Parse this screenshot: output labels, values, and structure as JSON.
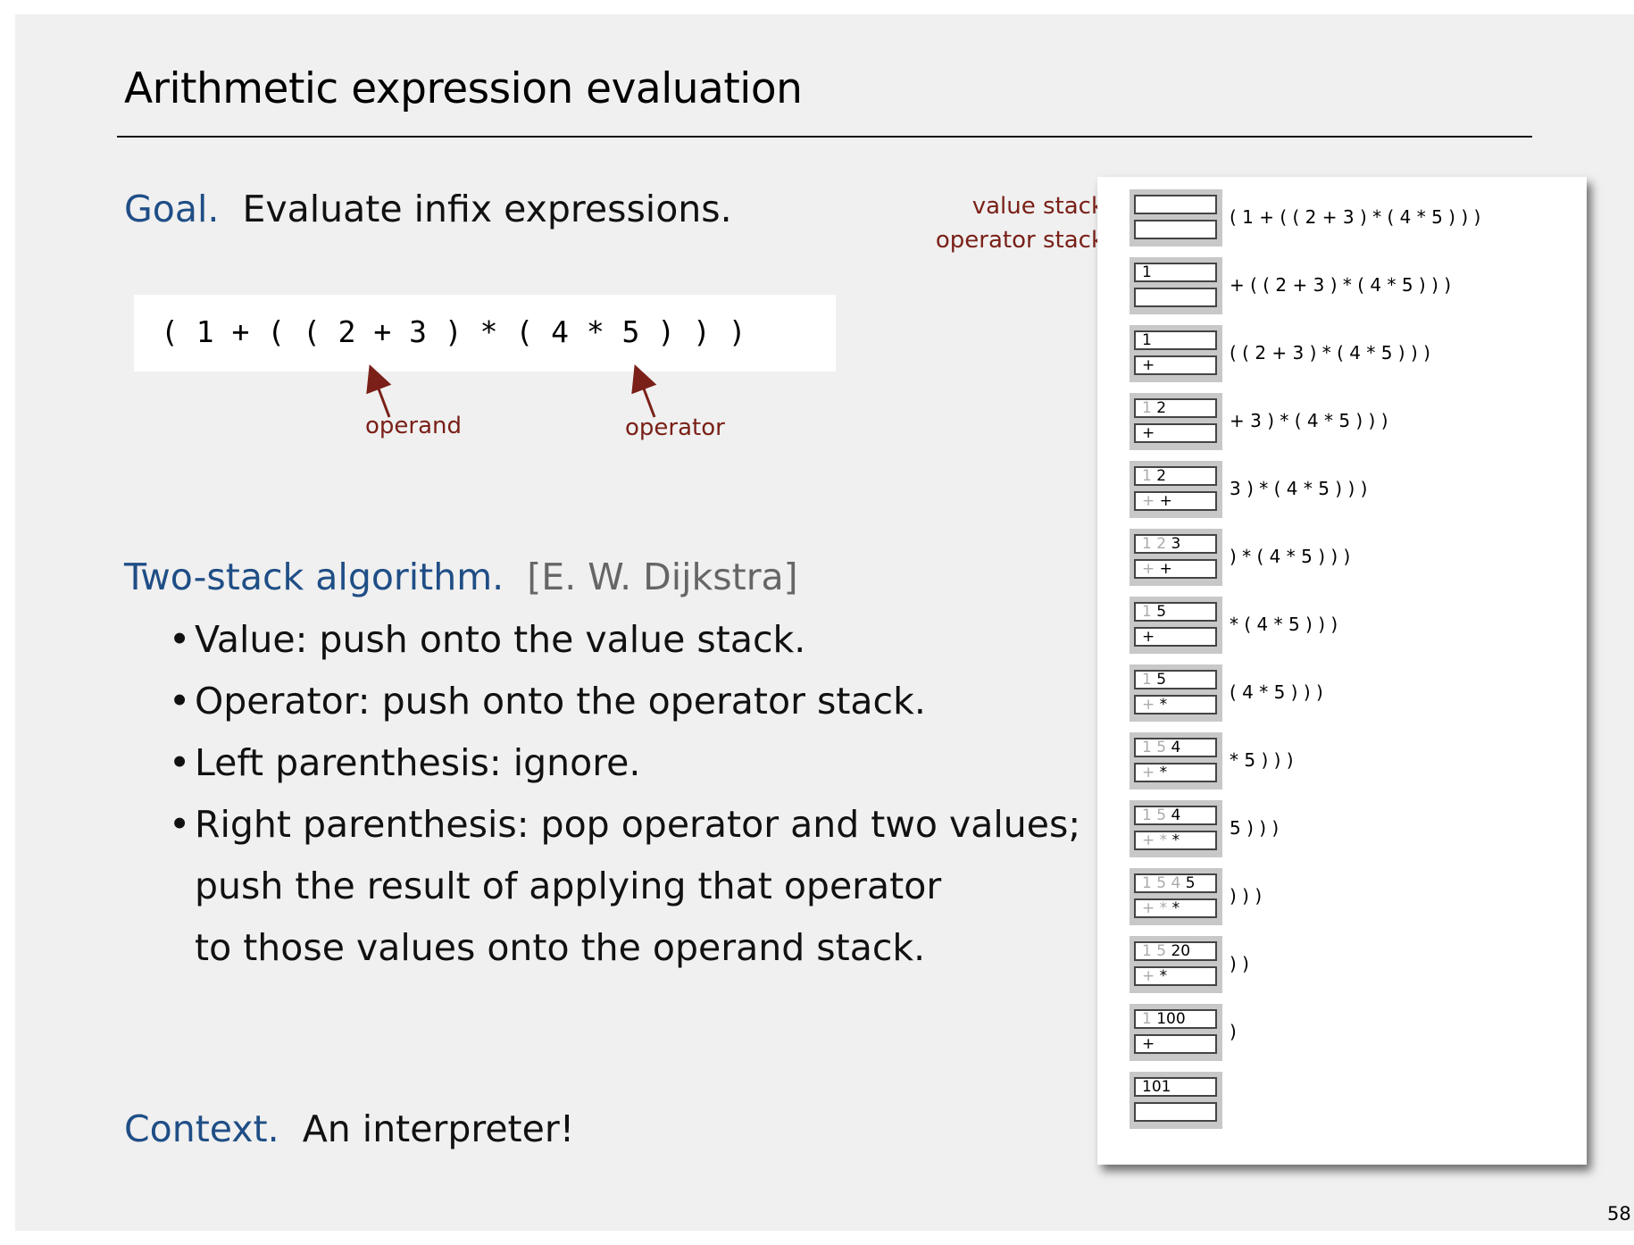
{
  "title": "Arithmetic expression evaluation",
  "goal": {
    "label": "Goal.",
    "text": "Evaluate infix expressions."
  },
  "expression": "( 1 + ( ( 2 + 3 ) * ( 4 * 5 ) ) )",
  "annotations": {
    "operand": "operand",
    "operator": "operator"
  },
  "algorithm": {
    "label": "Two-stack algorithm.",
    "attribution": "[E. W. Dijkstra]",
    "bullets": [
      "Value:  push onto the value stack.",
      "Operator:  push onto the operator stack.",
      "Left parenthesis:  ignore.",
      "Right parenthesis:  pop operator and two values;",
      "push the result of applying that operator",
      "to those values onto the operand stack."
    ],
    "bullet_symbol": "•"
  },
  "context": {
    "label": "Context.",
    "text": "An interpreter!"
  },
  "trace_labels": {
    "value_stack": "value stack",
    "operator_stack": "operator stack"
  },
  "trace": [
    {
      "vals": [],
      "ops": [],
      "remaining": "( 1 + ( ( 2 + 3 ) * ( 4 * 5 ) ) )"
    },
    {
      "vals": [
        "1"
      ],
      "ops": [],
      "remaining": "+ ( ( 2 + 3 ) * ( 4 * 5 ) ) )"
    },
    {
      "vals": [
        "1"
      ],
      "ops": [
        "+"
      ],
      "remaining": "( ( 2 + 3 ) * ( 4 * 5 ) ) )"
    },
    {
      "vals": [
        "1",
        "2"
      ],
      "ops": [
        "+"
      ],
      "remaining": "+ 3 ) * ( 4 * 5 ) ) )"
    },
    {
      "vals": [
        "1",
        "2"
      ],
      "ops": [
        "+",
        "+"
      ],
      "remaining": "3 ) * ( 4 * 5 ) ) )"
    },
    {
      "vals": [
        "1",
        "2",
        "3"
      ],
      "ops": [
        "+",
        "+"
      ],
      "remaining": ") * ( 4 * 5 ) ) )"
    },
    {
      "vals": [
        "1",
        "5"
      ],
      "ops": [
        "+"
      ],
      "remaining": "* ( 4 * 5 ) ) )"
    },
    {
      "vals": [
        "1",
        "5"
      ],
      "ops": [
        "+",
        "*"
      ],
      "remaining": "( 4 * 5 ) ) )"
    },
    {
      "vals": [
        "1",
        "5",
        "4"
      ],
      "ops": [
        "+",
        "*"
      ],
      "remaining": "* 5 ) ) )"
    },
    {
      "vals": [
        "1",
        "5",
        "4"
      ],
      "ops": [
        "+",
        "*",
        "*"
      ],
      "remaining": "5 ) ) )"
    },
    {
      "vals": [
        "1",
        "5",
        "4",
        "5"
      ],
      "ops": [
        "+",
        "*",
        "*"
      ],
      "remaining": ") ) )"
    },
    {
      "vals": [
        "1",
        "5",
        "20"
      ],
      "ops": [
        "+",
        "*"
      ],
      "remaining": ") )"
    },
    {
      "vals": [
        "1",
        "100"
      ],
      "ops": [
        "+"
      ],
      "remaining": ")"
    },
    {
      "vals": [
        "101"
      ],
      "ops": [],
      "remaining": ""
    }
  ],
  "page_number": "58",
  "colors": {
    "keyword": "#1f4e86",
    "annotation": "#7a2018",
    "background": "#f0f0f0"
  }
}
